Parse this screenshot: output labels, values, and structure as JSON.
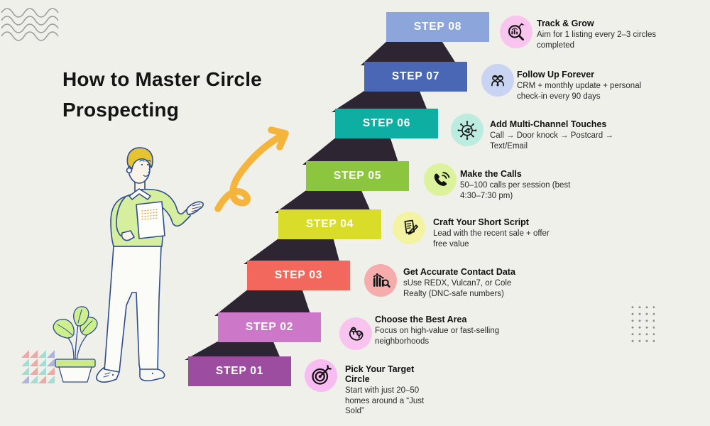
{
  "title": {
    "line1": "How to Master Circle",
    "line2": "Prospecting"
  },
  "steps": [
    {
      "label": "STEP 01",
      "heading": "Pick Your Target Circle",
      "description": "Start with just 20–50 homes around a “Just Sold”",
      "bar_color": "#9C4D9F",
      "icon": "target-icon",
      "icon_bg": "#F8BCF2"
    },
    {
      "label": "STEP 02",
      "heading": "Choose the Best Area",
      "description": "Focus on high-value or fast-selling neighborhoods",
      "bar_color": "#CC77C7",
      "icon": "map-pins-icon",
      "icon_bg": "#F8C3EF"
    },
    {
      "label": "STEP 03",
      "heading": "Get Accurate Contact Data",
      "description": "sUse REDX, Vulcan7, or Cole Realty (DNC-safe numbers)",
      "bar_color": "#F2685C",
      "icon": "chart-magnifier-icon",
      "icon_bg": "#F7ACAC"
    },
    {
      "label": "STEP 04",
      "heading": "Craft Your Short Script",
      "description": "Lead with the recent sale + offer free value",
      "bar_color": "#D9DD29",
      "icon": "script-pencil-icon",
      "icon_bg": "#F4F3A2"
    },
    {
      "label": "STEP 05",
      "heading": "Make the Calls",
      "description": "50–100 calls per session (best 4:30–7:30 pm)",
      "bar_color": "#8CC63F",
      "icon": "phone-call-icon",
      "icon_bg": "#DDF39B"
    },
    {
      "label": "STEP 06",
      "heading": "Add Multi-Channel Touches",
      "description": "Call → Door knock → Postcard → Text/Email",
      "bar_color": "#0FAEA2",
      "icon": "multi-channel-icon",
      "icon_bg": "#BCEBE0"
    },
    {
      "label": "STEP 07",
      "heading": "Follow Up Forever",
      "description": "CRM + monthly update + personal check-in every 90 days",
      "bar_color": "#4A67B5",
      "icon": "people-icon",
      "icon_bg": "#C9D4F2"
    },
    {
      "label": "STEP 08",
      "heading": "Track & Grow",
      "description": "Aim for 1 listing every 2–3 circles completed",
      "bar_color": "#8CA5DB",
      "icon": "magnifier-growth-icon",
      "icon_bg": "#F9C4EE"
    }
  ],
  "colors": {
    "background": "#EFF0EA",
    "staircase_shadow": "#2D2531",
    "arrow": "#F5B43C",
    "title_text": "#141414"
  },
  "decor": {
    "triangle_colors": [
      "#F0A8A6",
      "#F0A8A6",
      "#A6DCD2",
      "#AEB4DC",
      "#A6DCD2",
      "#F0A8A6",
      "#A6DCD2",
      "#AEB4DC",
      "#A6DCD2",
      "#F0A8A6",
      "#A6DCD2",
      "#F0A8A6",
      "#AEB4DC",
      "#A6DCD2",
      "#F0A8A6",
      "#A6DCD2"
    ]
  }
}
